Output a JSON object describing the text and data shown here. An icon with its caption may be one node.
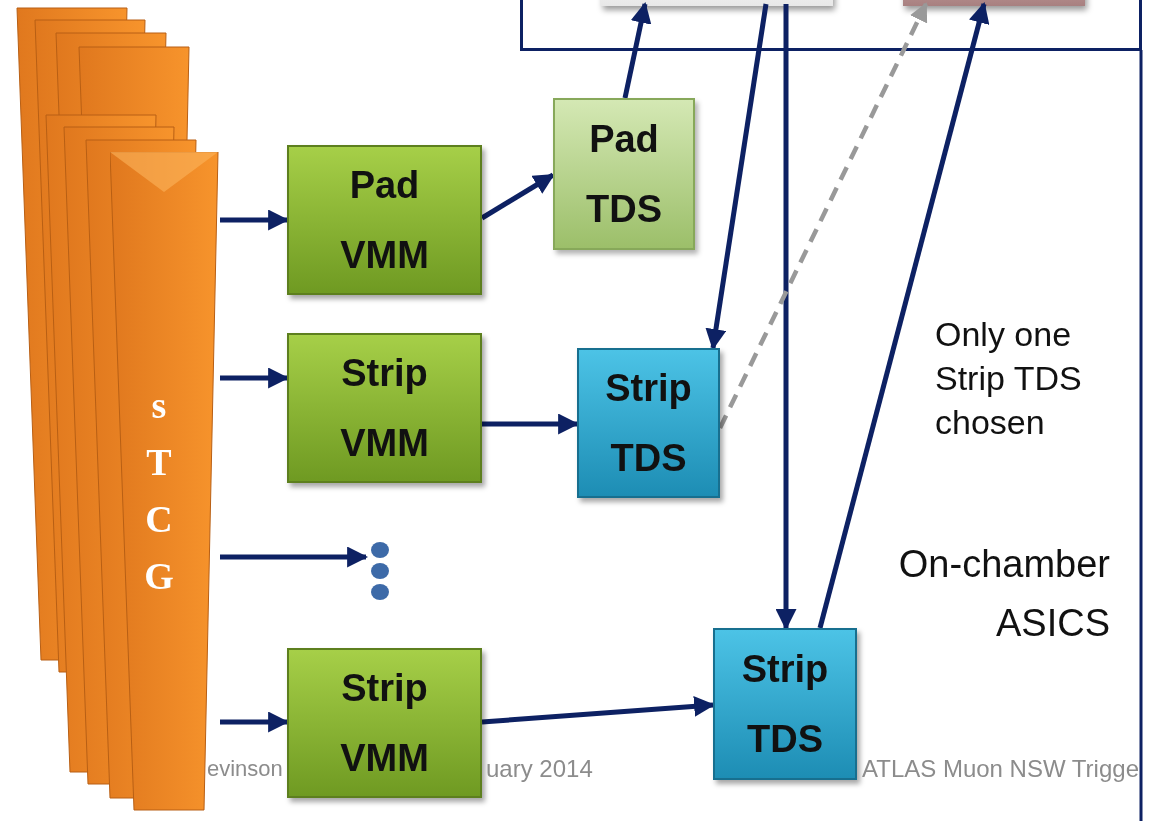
{
  "diagram": {
    "nodes": [
      {
        "text": [],
        "shape": "box"
      },
      {
        "text": [],
        "shape": "box",
        "in": 0
      },
      {
        "text": [],
        "shape": "box",
        "in": 0
      },
      {
        "text": [
          "sTCG"
        ]
      },
      {
        "text": [
          "Pad VMM"
        ]
      },
      {
        "text": [
          "Pad TDS"
        ]
      },
      {
        "text": [
          "Strip VMM"
        ]
      },
      {
        "text": [
          "Strip TDS"
        ]
      },
      {
        "text": [],
        "shape": "dots"
      },
      {
        "text": [
          "Strip VMM"
        ]
      },
      {
        "text": [
          "Strip TDS"
        ]
      }
    ],
    "edges": [
      {
        "from": 3,
        "to": 4,
        "arrow": "to"
      },
      {
        "from": 3,
        "to": 6,
        "arrow": "to"
      },
      {
        "from": 3,
        "to": 8,
        "arrow": "to"
      },
      {
        "from": 3,
        "to": 9,
        "arrow": "to"
      },
      {
        "from": 4,
        "to": 5,
        "arrow": "to"
      },
      {
        "from": 5,
        "to": 1,
        "arrow": "to"
      },
      {
        "from": 6,
        "to": 7,
        "arrow": "to"
      },
      {
        "from": 1,
        "to": 7,
        "arrow": "to"
      },
      {
        "from": 1,
        "to": 10,
        "arrow": "to"
      },
      {
        "from": 7,
        "to": 2,
        "arrow": "to",
        "style": "dashed",
        "color": "#999999"
      },
      {
        "from": 10,
        "to": 2,
        "arrow": "to"
      },
      {
        "from": 9,
        "to": 10,
        "arrow": "to"
      }
    ],
    "labels": [
      "Only one Strip TDS chosen",
      "On-chamber ASICS",
      "evinson",
      "uary 2014",
      "ATLAS Muon NSW Trigge"
    ]
  }
}
